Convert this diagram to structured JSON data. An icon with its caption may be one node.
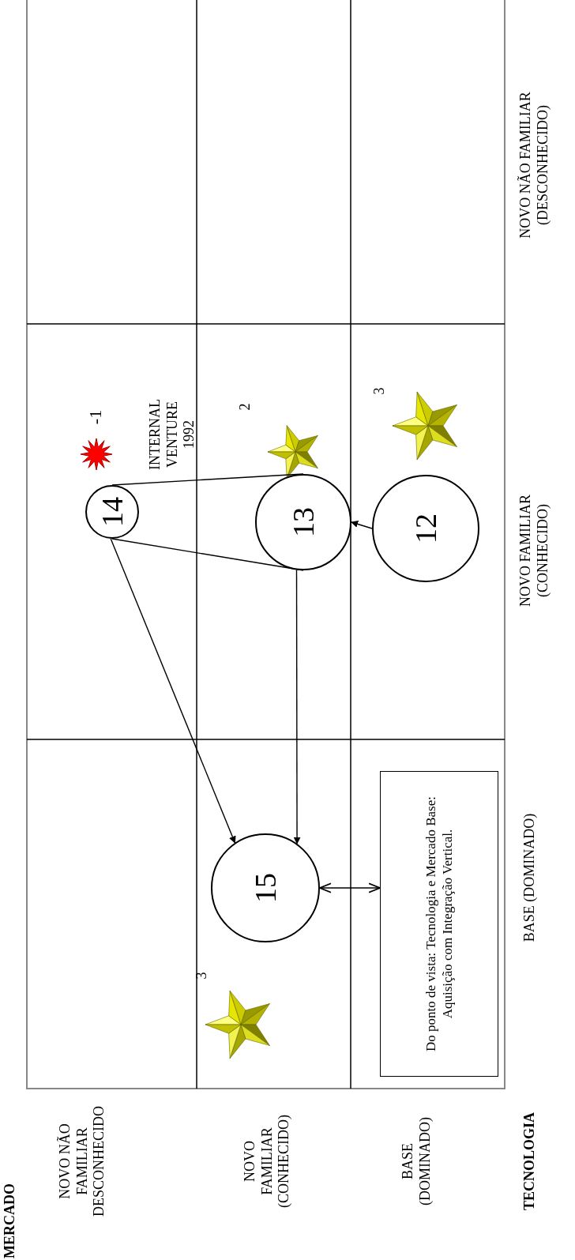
{
  "diagram": {
    "nodes": [
      {
        "text": [
          "14"
        ]
      },
      {
        "text": [
          "13"
        ]
      },
      {
        "text": [
          "12"
        ]
      },
      {
        "text": [
          "15"
        ]
      },
      {
        "text": [
          "Do ponto de vista: Tecnologia e Mercado Base: Aquisição com Integração Vertical."
        ]
      }
    ],
    "edges": [
      {
        "from": 0,
        "to": 1,
        "arrow": "none"
      },
      {
        "from": 0,
        "to": 1,
        "arrow": "none"
      },
      {
        "from": 0,
        "to": 3,
        "arrow": "to"
      },
      {
        "from": 1,
        "to": 3,
        "arrow": "to"
      },
      {
        "from": 2,
        "to": 1,
        "arrow": "to"
      },
      {
        "from": 3,
        "to": 4,
        "arrow": "both"
      }
    ],
    "labels": [
      "MERCADO",
      "NOVO NÃO FAMILIAR DESCONHECIDO",
      "NOVO FAMILIAR (CONHECIDO)",
      "BASE (DOMINADO)",
      "TECNOLOGIA",
      "BASE (DOMINADO)",
      "NOVO FAMILIAR (CONHECIDO)",
      "NOVO NÃO FAMILIAR (DESCONHECIDO)",
      "3",
      "-1",
      "INTERNAL VENTURE 1992",
      "2",
      "3"
    ]
  }
}
